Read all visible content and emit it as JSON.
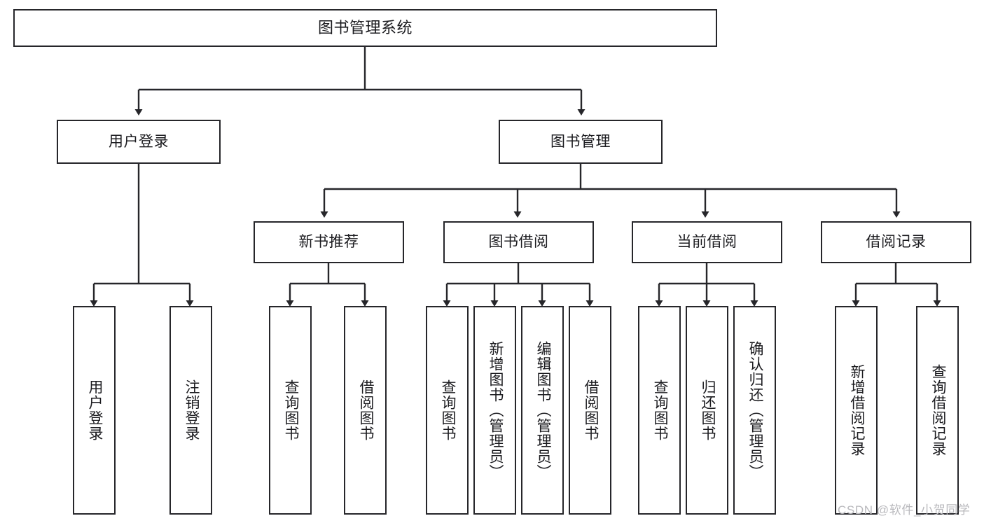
{
  "diagram": {
    "title": "图书管理系统",
    "type": "tree-hierarchy-diagram",
    "root": {
      "id": "root",
      "label": "图书管理系统"
    },
    "level2": [
      {
        "id": "user-login",
        "label": "用户登录"
      },
      {
        "id": "book-manage",
        "label": "图书管理"
      }
    ],
    "level3": [
      {
        "id": "new-book-rec",
        "label": "新书推荐"
      },
      {
        "id": "book-borrow",
        "label": "图书借阅"
      },
      {
        "id": "current-borrow",
        "label": "当前借阅"
      },
      {
        "id": "borrow-record",
        "label": "借阅记录"
      }
    ],
    "leaves": [
      {
        "id": "leaf-user-login",
        "label": "用户登录",
        "parent": "user-login"
      },
      {
        "id": "leaf-logout",
        "label": "注销登录",
        "parent": "user-login"
      },
      {
        "id": "leaf-query-book-1",
        "label": "查询图书",
        "parent": "new-book-rec"
      },
      {
        "id": "leaf-borrow-book-1",
        "label": "借阅图书",
        "parent": "new-book-rec"
      },
      {
        "id": "leaf-query-book-2",
        "label": "查询图书",
        "parent": "book-borrow"
      },
      {
        "id": "leaf-add-book",
        "label": "新增图书（管理员）",
        "parent": "book-borrow"
      },
      {
        "id": "leaf-edit-book",
        "label": "编辑图书（管理员）",
        "parent": "book-borrow"
      },
      {
        "id": "leaf-borrow-book-2",
        "label": "借阅图书",
        "parent": "book-borrow"
      },
      {
        "id": "leaf-query-book-3",
        "label": "查询图书",
        "parent": "current-borrow"
      },
      {
        "id": "leaf-return-book",
        "label": "归还图书",
        "parent": "current-borrow"
      },
      {
        "id": "leaf-confirm-return",
        "label": "确认归还（管理员）",
        "parent": "current-borrow"
      },
      {
        "id": "leaf-add-record",
        "label": "新增借阅记录",
        "parent": "borrow-record"
      },
      {
        "id": "leaf-query-record",
        "label": "查询借阅记录",
        "parent": "borrow-record"
      }
    ]
  },
  "watermark": {
    "text": "CSDN @软件_小贺同学"
  },
  "colors": {
    "stroke": "#26262a",
    "background": "#ffffff",
    "text": "#1b1b1f",
    "watermark": "#b9b9bd"
  }
}
